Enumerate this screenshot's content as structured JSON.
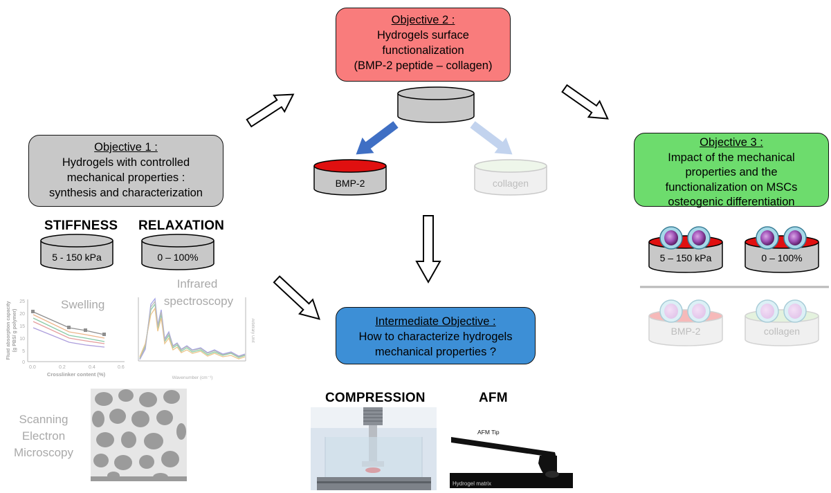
{
  "objective1": {
    "title": "Objective 1 :",
    "lines": [
      "Hydrogels with controlled",
      "mechanical properties :",
      "synthesis and characterization"
    ],
    "color": "#c8c8c8"
  },
  "objective2": {
    "title": "Objective 2 :",
    "lines": [
      "Hydrogels surface",
      "functionalization",
      "(BMP-2 peptide – collagen)"
    ],
    "color": "#f97c7c"
  },
  "objective3": {
    "title": "Objective 3 :",
    "lines": [
      "Impact of the mechanical",
      "properties and the",
      "functionalization on MSCs",
      "osteogenic differentiation"
    ],
    "color": "#6ddc6d"
  },
  "intermediate": {
    "title": "Intermediate Objective :",
    "lines": [
      "How to characterize hydrogels",
      "mechanical properties ?"
    ],
    "color": "#3d8fd6"
  },
  "labels": {
    "stiffness": "STIFFNESS",
    "relaxation": "RELAXATION",
    "compression": "COMPRESSION",
    "afm": "AFM"
  },
  "cylinders": {
    "stiffness_range": "5 - 150 kPa",
    "relaxation_range": "0 – 100%",
    "bmp2": "BMP-2",
    "collagen": "collagen",
    "obj3_stiffness": "5 – 150 kPa",
    "obj3_relaxation": "0 – 100%",
    "obj3_bmp2": "BMP-2",
    "obj3_collagen": "collagen"
  },
  "characterization": {
    "swelling": "Swelling",
    "infrared": [
      "Infrared",
      "spectroscopy"
    ],
    "sem": [
      "Scanning",
      "Electron",
      "Microscopy"
    ],
    "swelling_ylabel": [
      "Fluid absorption capacity",
      "(g PBS/ g polymer)"
    ],
    "swelling_xlabel": "Crosslinker content (%)",
    "ir_xlabel": "Wavenumber (cm⁻¹)",
    "ir_ylabel": "Arbitrary Unit"
  },
  "afm_image": {
    "tip_label": "AFM Tip",
    "matrix_label": "Hydrogel matrix"
  }
}
